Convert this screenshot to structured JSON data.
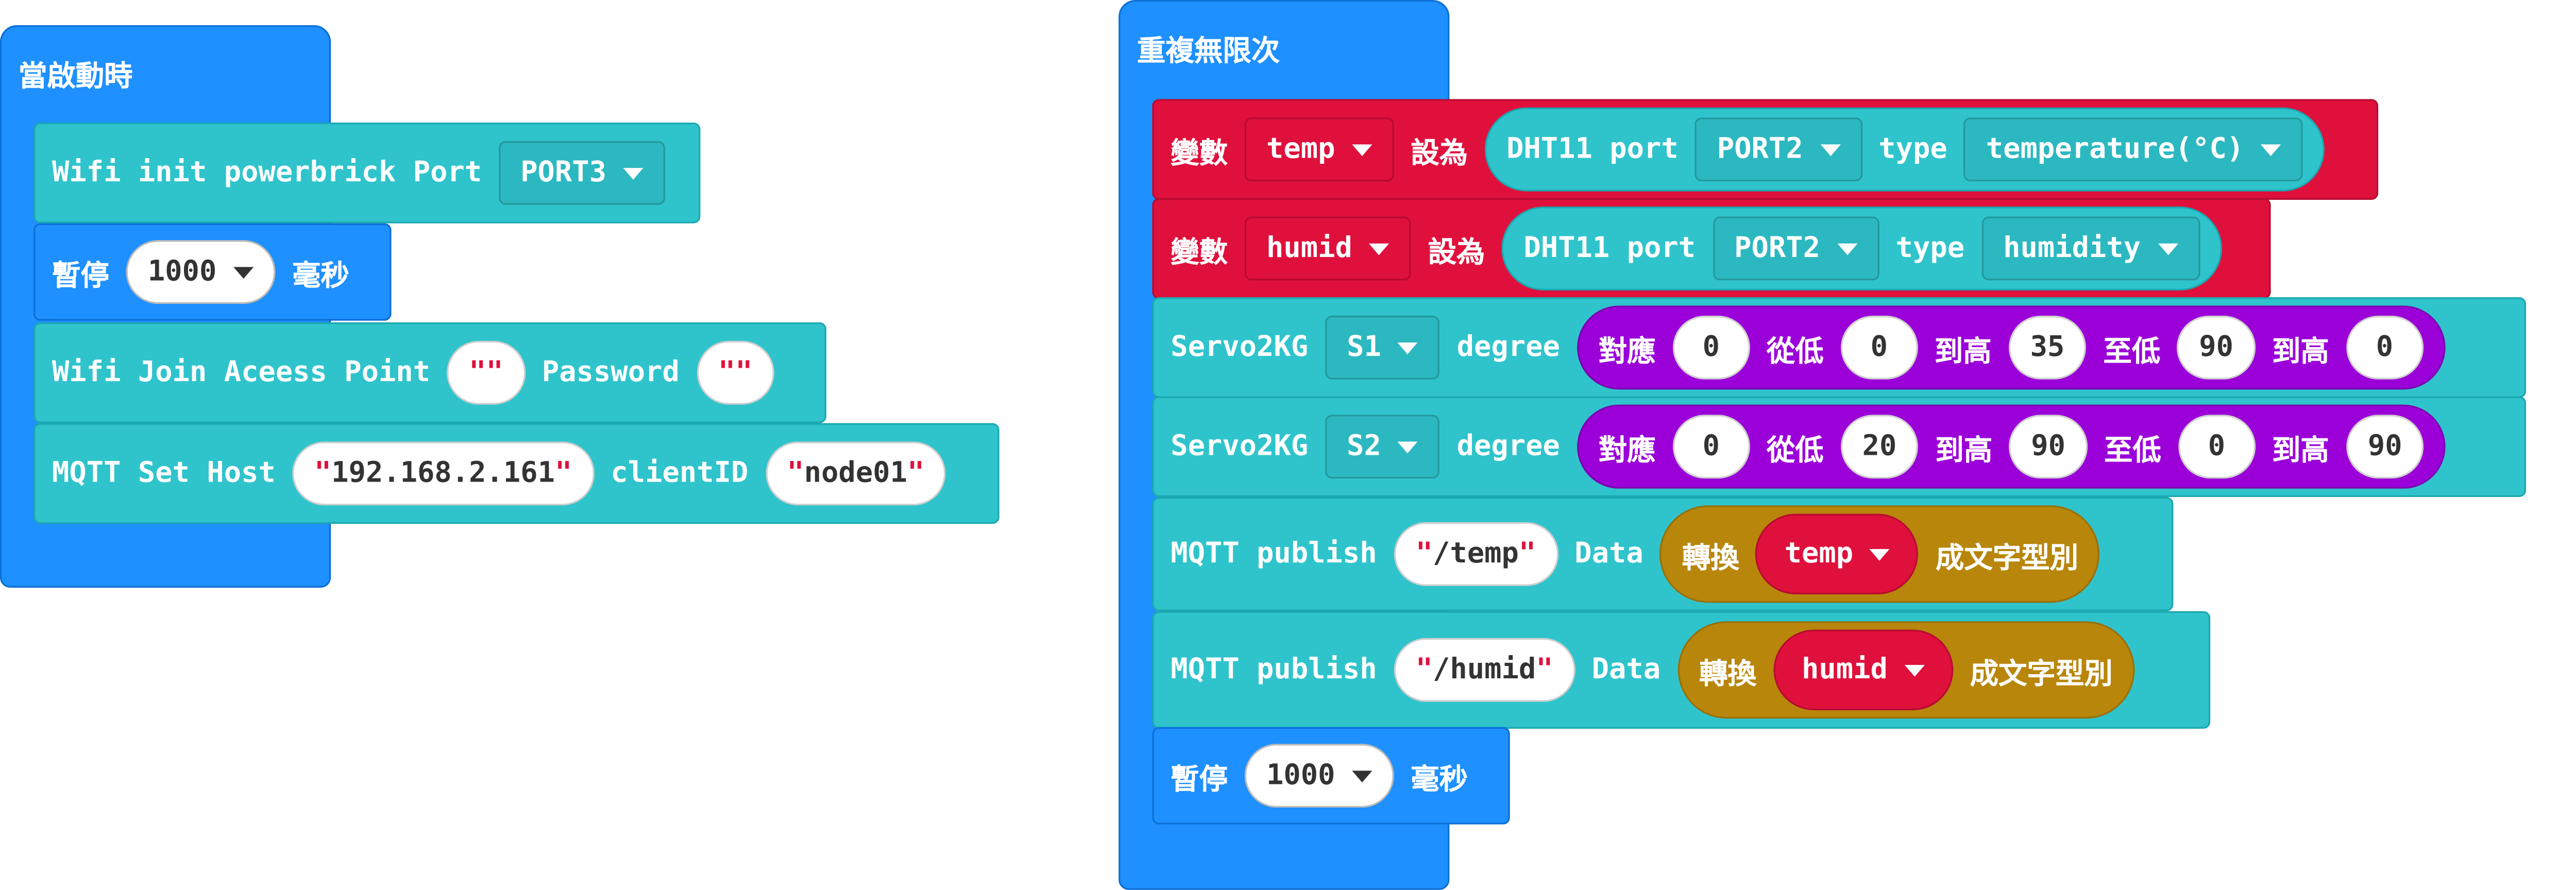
{
  "left_stack": {
    "hat_title": "當啟動時",
    "wifi_init": {
      "label": "Wifi init powerbrick Port",
      "port": "PORT3"
    },
    "pause1": {
      "label": "暫停",
      "value": "1000",
      "unit": "毫秒"
    },
    "wifi_join": {
      "label": "Wifi Join Aceess Point",
      "ssid": "",
      "password_label": "Password",
      "password": ""
    },
    "mqtt_set_host": {
      "label": "MQTT Set Host",
      "host": "192.168.2.161",
      "client_label": "clientID",
      "client_id": "node01"
    }
  },
  "right_stack": {
    "hat_title": "重複無限次",
    "set_temp": {
      "var_label": "變數",
      "var_name": "temp",
      "set_label": "設為",
      "sensor_label": "DHT11 port",
      "port": "PORT2",
      "type_label": "type",
      "type_value": "temperature(°C)"
    },
    "set_humid": {
      "var_label": "變數",
      "var_name": "humid",
      "set_label": "設為",
      "sensor_label": "DHT11 port",
      "port": "PORT2",
      "type_label": "type",
      "type_value": "humidity"
    },
    "servo1": {
      "label": "Servo2KG",
      "servo": "S1",
      "degree_label": "degree",
      "map_label": "對應",
      "value": "0",
      "from_low_label": "從低",
      "from_low": "0",
      "from_high_label": "到高",
      "from_high": "35",
      "to_low_label": "至低",
      "to_low": "90",
      "to_high_label": "到高",
      "to_high": "0"
    },
    "servo2": {
      "label": "Servo2KG",
      "servo": "S2",
      "degree_label": "degree",
      "map_label": "對應",
      "value": "0",
      "from_low_label": "從低",
      "from_low": "20",
      "from_high_label": "到高",
      "from_high": "90",
      "to_low_label": "至低",
      "to_low": "0",
      "to_high_label": "到高",
      "to_high": "90"
    },
    "publish_temp": {
      "label": "MQTT publish",
      "topic": "/temp",
      "data_label": "Data",
      "convert_label": "轉換",
      "var": "temp",
      "to_string_label": "成文字型別"
    },
    "publish_humid": {
      "label": "MQTT publish",
      "topic": "/humid",
      "data_label": "Data",
      "convert_label": "轉換",
      "var": "humid",
      "to_string_label": "成文字型別"
    },
    "pause2": {
      "label": "暫停",
      "value": "1000",
      "unit": "毫秒"
    }
  },
  "colors": {
    "control_blue": "#1e90ff",
    "teal": "#2fc4cc",
    "variable_red": "#e0103c",
    "math_purple": "#9b00d9",
    "text_gold": "#b8860b",
    "string_quote": "#e0103c"
  }
}
